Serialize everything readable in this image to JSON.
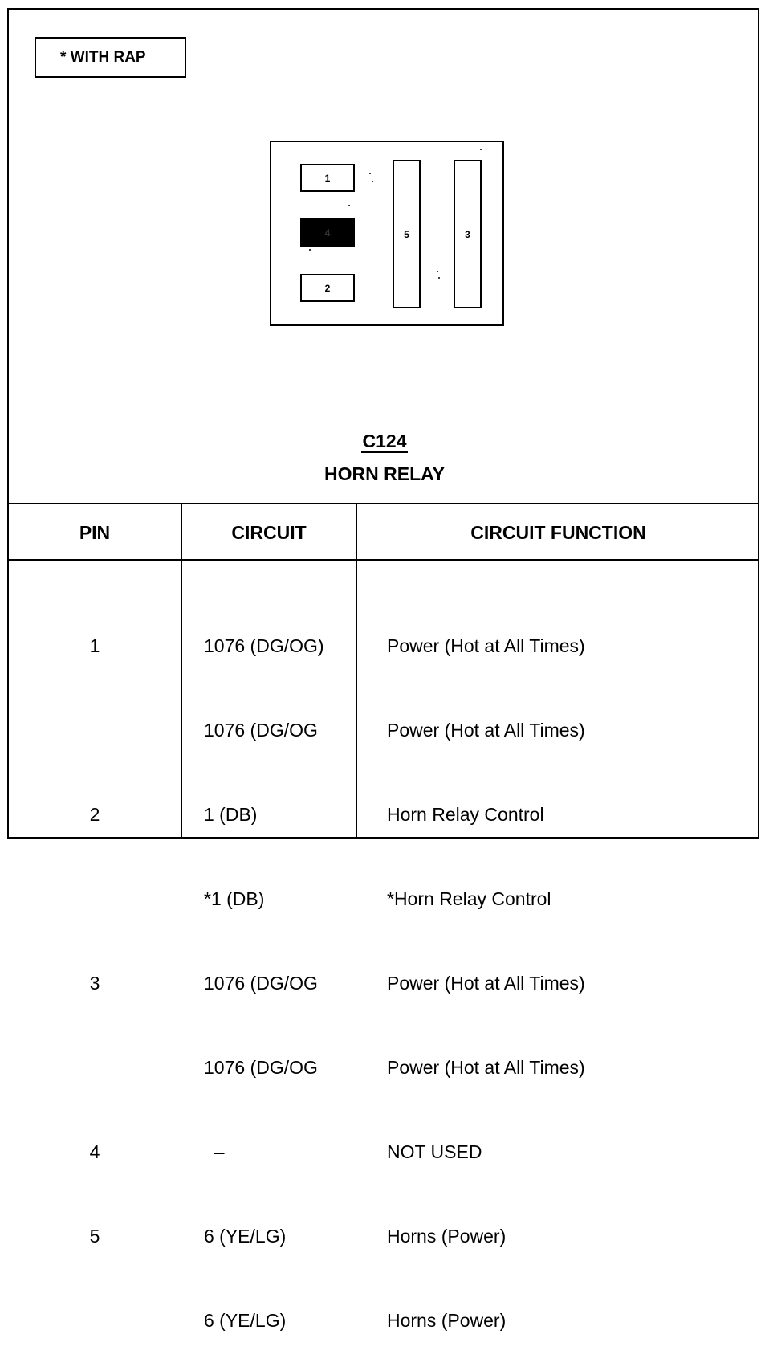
{
  "legend": {
    "text": "*  WITH RAP"
  },
  "connector": {
    "pins": [
      {
        "label": "1",
        "filled": false
      },
      {
        "label": "4",
        "filled": true
      },
      {
        "label": "2",
        "filled": false
      },
      {
        "label": "5",
        "filled": false
      },
      {
        "label": "3",
        "filled": false
      }
    ]
  },
  "title": {
    "code": "C124",
    "name": "HORN RELAY"
  },
  "table": {
    "headers": {
      "pin": "PIN",
      "circuit": "CIRCUIT",
      "function": "CIRCUIT FUNCTION"
    },
    "rows": [
      {
        "pin": "1",
        "circuit": "1076 (DG/OG)",
        "function": "Power (Hot at All Times)"
      },
      {
        "pin": "",
        "circuit": "1076 (DG/OG",
        "function": "Power (Hot at All Times)"
      },
      {
        "pin": "2",
        "circuit": "1 (DB)",
        "function": "Horn Relay Control"
      },
      {
        "pin": "",
        "circuit": "*1 (DB)",
        "function": "*Horn Relay Control"
      },
      {
        "pin": "3",
        "circuit": "1076 (DG/OG",
        "function": "Power (Hot at All Times)"
      },
      {
        "pin": "",
        "circuit": "1076 (DG/OG",
        "function": "Power (Hot at All Times)"
      },
      {
        "pin": "4",
        "circuit": "  –",
        "function": "NOT USED"
      },
      {
        "pin": "5",
        "circuit": "6 (YE/LG)",
        "function": "Horns (Power)"
      },
      {
        "pin": "",
        "circuit": "6 (YE/LG)",
        "function": "Horns (Power)"
      }
    ]
  }
}
